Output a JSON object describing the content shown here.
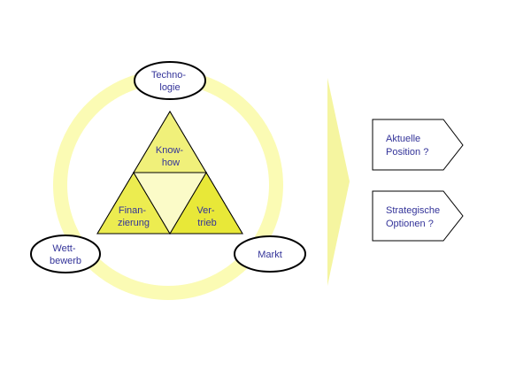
{
  "colors": {
    "ring": "#fbfbb4",
    "triangle_fill": "#e6e62e",
    "triangle_center": "#fbfbc2",
    "arrow_fill": "#f5f5a0",
    "text": "#333399",
    "outline": "#000000"
  },
  "ellipses": {
    "technologie": [
      "Techno-",
      "logie"
    ],
    "wettbewerb": [
      "Wett-",
      "bewerb"
    ],
    "markt": [
      "Markt"
    ]
  },
  "triangle": {
    "top": [
      "Know-",
      "how"
    ],
    "left": [
      "Finan-",
      "zierung"
    ],
    "right": [
      "Ver-",
      "trieb"
    ]
  },
  "boxes": {
    "aktuelle": [
      "Aktuelle",
      "Position ?"
    ],
    "strategische": [
      "Strategische",
      "Optionen ?"
    ]
  }
}
